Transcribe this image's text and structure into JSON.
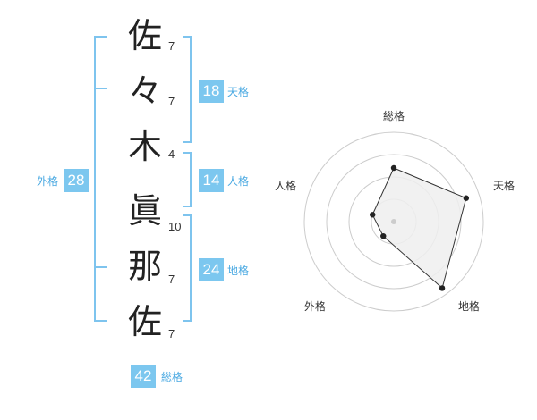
{
  "name": {
    "characters": [
      {
        "char": "佐",
        "strokes": "7"
      },
      {
        "char": "々",
        "strokes": "7"
      },
      {
        "char": "木",
        "strokes": "4"
      },
      {
        "char": "眞",
        "strokes": "10"
      },
      {
        "char": "那",
        "strokes": "7"
      },
      {
        "char": "佐",
        "strokes": "7"
      }
    ]
  },
  "fortune": {
    "tenkaku": {
      "value": "18",
      "label": "天格"
    },
    "jinkaku": {
      "value": "14",
      "label": "人格"
    },
    "chikaku": {
      "value": "24",
      "label": "地格"
    },
    "gaikaku": {
      "value": "28",
      "label": "外格"
    },
    "soukaku": {
      "value": "42",
      "label": "総格"
    }
  },
  "radar": {
    "axes": [
      "総格",
      "天格",
      "地格",
      "外格",
      "人格"
    ],
    "values": [
      0.6,
      0.85,
      0.92,
      0.2,
      0.25
    ],
    "max": 1,
    "rings": 4,
    "line_color": "#333333",
    "fill_color": "#eeeeee",
    "ring_color": "#cccccc"
  },
  "colors": {
    "accent": "#7cc7ef",
    "bracket": "#7ec4ee",
    "caption": "#4aa9e2"
  }
}
